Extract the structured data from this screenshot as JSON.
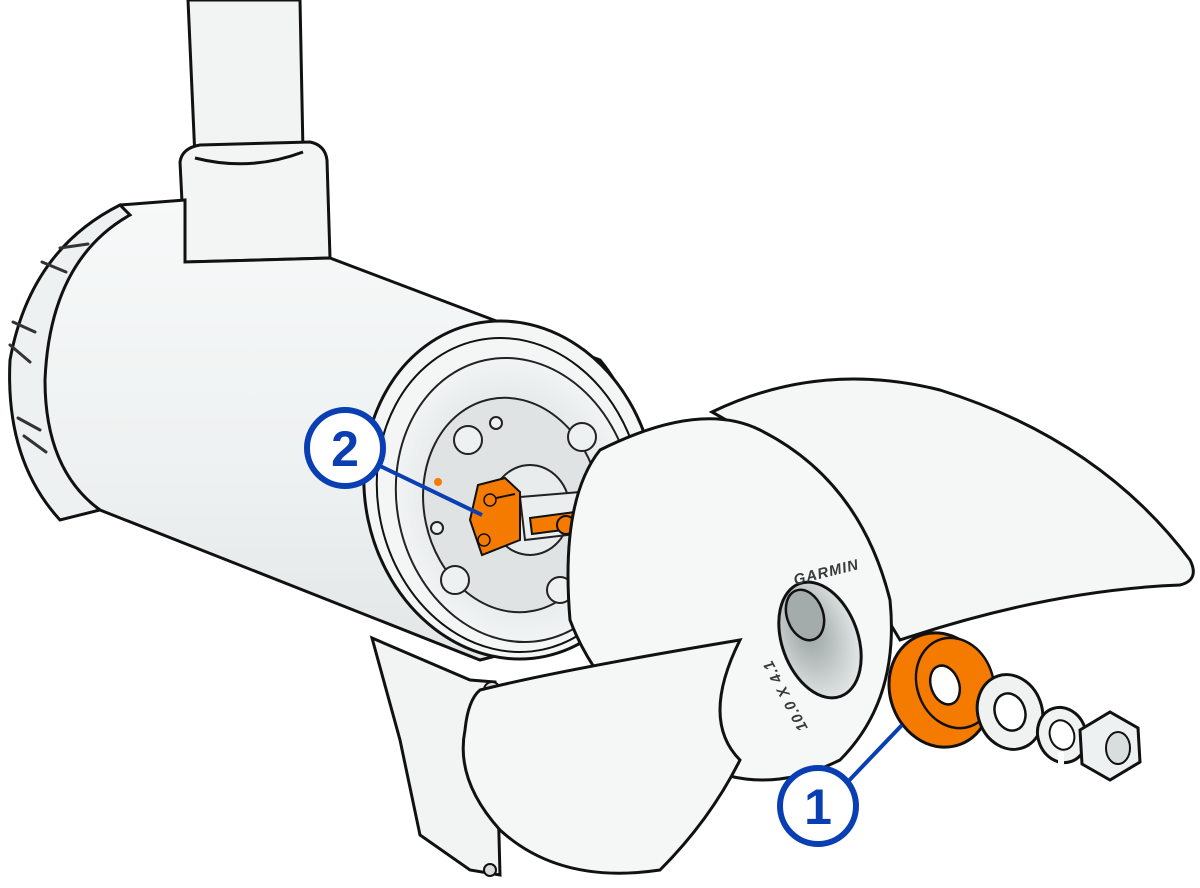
{
  "figure": {
    "subject": "Trolling motor lower unit with propeller removed from shaft",
    "colors": {
      "background": "#ffffff",
      "outline": "#111111",
      "body_fill": "#f2f4f4",
      "shade_fill": "#d6dada",
      "highlight_part": "#f57a00",
      "callout": "#0a3fb4"
    }
  },
  "parts": {
    "shaft": "shaft-tube",
    "motor_housing": "motor-housing",
    "end_cap": "rear-end-cap",
    "skeg": "skeg-fin",
    "propeller": {
      "brand_text": "GARMIN",
      "size_text": "10.0 X 4.1"
    },
    "hardware": [
      "prop-pin-drive-hub",
      "flat-washer",
      "lock-washer",
      "hex-nut"
    ]
  },
  "callouts": [
    {
      "number": "1",
      "target": "propeller drive hub / washer (orange)"
    },
    {
      "number": "2",
      "target": "drive pin on propeller shaft (orange)"
    }
  ]
}
